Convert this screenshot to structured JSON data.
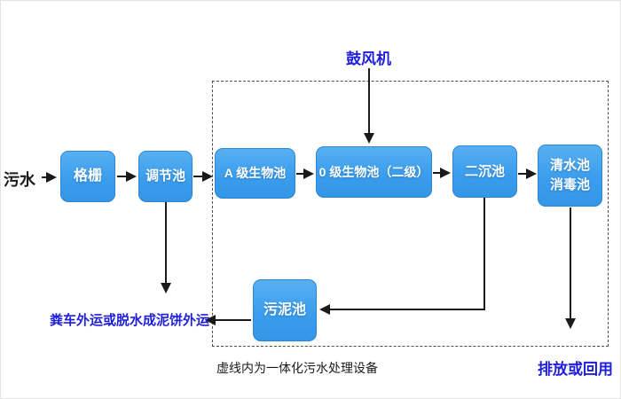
{
  "diagram": {
    "influent_label": "污水",
    "blower_label": "鼓风机",
    "boxes": {
      "grid": "格栅",
      "regulating": "调节池",
      "a_bio": "A 级生物池",
      "o_bio": "0 级生物池（二级）",
      "secondary_sed": "二沉池",
      "clear_water_line1": "清水池",
      "clear_water_line2": "消毒池",
      "sludge": "污泥池"
    },
    "sludge_outlet_label": "粪车外运或脱水成泥饼外运",
    "dashed_box_caption": "虚线内为一体化污水处理设备",
    "discharge_label": "排放或回用"
  },
  "colors": {
    "box_fill": "#3b9ded",
    "box_border": "#2f86d2",
    "box_text": "#ffffff",
    "blue_label_text": "#1f1fd9",
    "black_text": "#1a1a1a",
    "arrow": "#1a1a1a",
    "dashed_border": "#4d4d4d",
    "background": "#ffffff"
  }
}
